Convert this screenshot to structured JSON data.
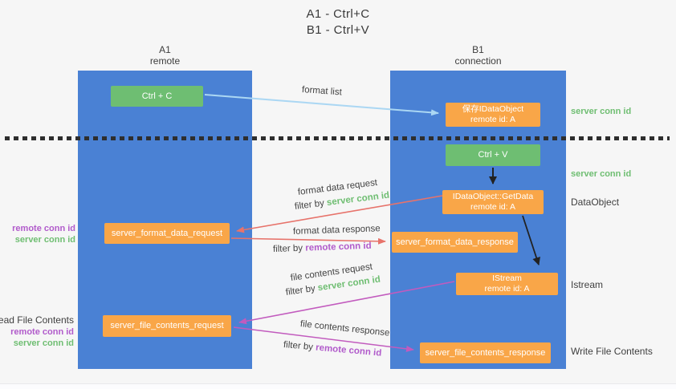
{
  "title": {
    "line1": "A1 - Ctrl+C",
    "line2": "B1 - Ctrl+V"
  },
  "lanes": {
    "left": {
      "title": "A1",
      "subtitle": "remote"
    },
    "right": {
      "title": "B1",
      "subtitle": "connection"
    }
  },
  "nodes": {
    "ctrl_c": "Ctrl + C",
    "ctrl_v": "Ctrl + V",
    "save_idataobject_line1": "保存IDataObject",
    "save_idataobject_line2": "remote id: A",
    "getdata_line1": "IDataObject::GetData",
    "getdata_line2": "remote id: A",
    "istream_line1": "IStream",
    "istream_line2": "remote id: A",
    "server_format_data_request": "server_format_data_request",
    "server_format_data_response": "server_format_data_response",
    "server_file_contents_request": "server_file_contents_request",
    "server_file_contents_response": "server_file_contents_response"
  },
  "labels": {
    "format_list": "format list",
    "format_data_request": "format data request",
    "format_data_response": "format data response",
    "file_contents_request": "file contents request",
    "file_contents_response": "file contents response",
    "filter_by": "filter by",
    "server_conn_id": "server conn id",
    "remote_conn_id": "remote conn id",
    "dataobject": "DataObject",
    "istream": "Istream",
    "read_file_contents": "Read File Contents",
    "write_file_contents": "Write File Contents"
  },
  "colors": {
    "lane_blue": "#4A81D4",
    "node_green": "#6EBE72",
    "node_orange": "#F9A648",
    "arrow_blue": "#ABD7F3",
    "arrow_red": "#E7736B",
    "arrow_magenta": "#C25BBE",
    "arrow_black": "#222222",
    "text_green": "#6FBE72",
    "text_purple": "#B15BCB"
  }
}
